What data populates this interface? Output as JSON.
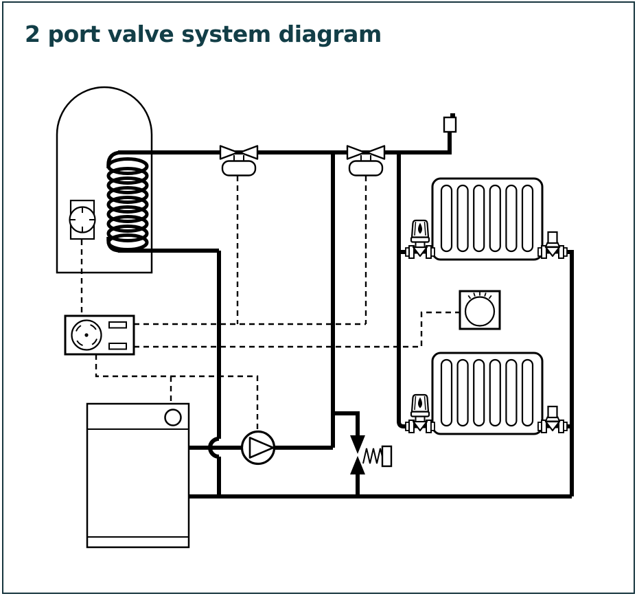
{
  "page": {
    "title": "2 port valve system diagram",
    "background": "#ffffff",
    "border_color": "#15343d",
    "title_color": "#123e47",
    "ink_color": "#000000"
  },
  "line_styles": {
    "solid_line": "pipework",
    "dashed_line": "electrical-wiring"
  },
  "components": [
    {
      "name": "hot-water-cylinder"
    },
    {
      "name": "heating-coil"
    },
    {
      "name": "cylinder-thermostat"
    },
    {
      "name": "motorised-valve-hot-water"
    },
    {
      "name": "motorised-valve-heating"
    },
    {
      "name": "air-vent"
    },
    {
      "name": "radiator-top"
    },
    {
      "name": "radiator-bottom"
    },
    {
      "name": "trv-top"
    },
    {
      "name": "trv-bottom"
    },
    {
      "name": "lockshield-valve-top"
    },
    {
      "name": "lockshield-valve-bottom"
    },
    {
      "name": "room-thermostat"
    },
    {
      "name": "programmer"
    },
    {
      "name": "boiler"
    },
    {
      "name": "circulating-pump"
    },
    {
      "name": "automatic-bypass-valve"
    }
  ]
}
